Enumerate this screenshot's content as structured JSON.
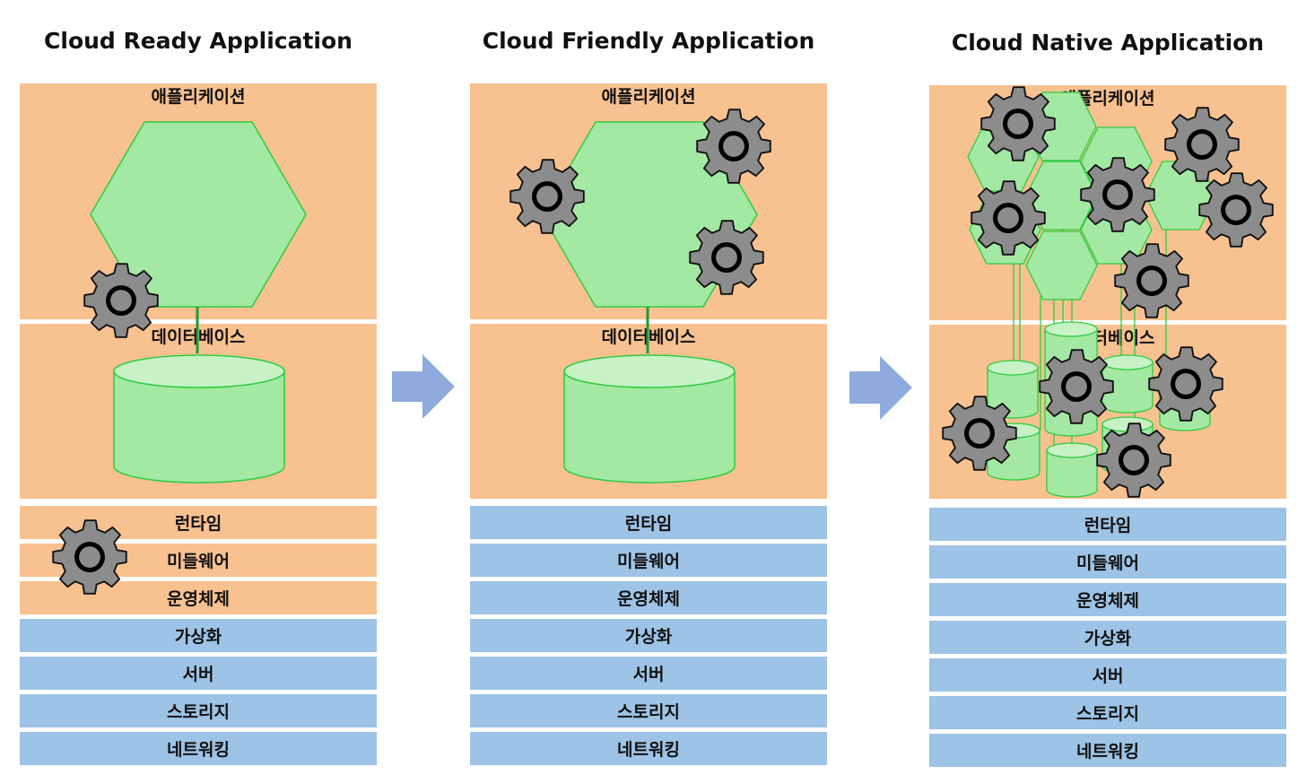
{
  "columns": [
    {
      "title": "Cloud Ready Application",
      "app_label": "애플리케이션",
      "db_label": "데이터베이스",
      "stack": [
        {
          "label": "런타임",
          "style": "orange"
        },
        {
          "label": "미들웨어",
          "style": "orange"
        },
        {
          "label": "운영체제",
          "style": "orange"
        },
        {
          "label": "가상화",
          "style": "blue"
        },
        {
          "label": "서버",
          "style": "blue"
        },
        {
          "label": "스토리지",
          "style": "blue"
        },
        {
          "label": "네트워킹",
          "style": "blue"
        }
      ]
    },
    {
      "title": "Cloud Friendly Application",
      "app_label": "애플리케이션",
      "db_label": "데이터베이스",
      "stack": [
        {
          "label": "런타임",
          "style": "blue"
        },
        {
          "label": "미들웨어",
          "style": "blue"
        },
        {
          "label": "운영체제",
          "style": "blue"
        },
        {
          "label": "가상화",
          "style": "blue"
        },
        {
          "label": "서버",
          "style": "blue"
        },
        {
          "label": "스토리지",
          "style": "blue"
        },
        {
          "label": "네트워킹",
          "style": "blue"
        }
      ]
    },
    {
      "title": "Cloud Native Application",
      "app_label": "애플리케이션",
      "db_label": "데이터베이스",
      "stack": [
        {
          "label": "런타임",
          "style": "blue"
        },
        {
          "label": "미들웨어",
          "style": "blue"
        },
        {
          "label": "운영체제",
          "style": "blue"
        },
        {
          "label": "가상화",
          "style": "blue"
        },
        {
          "label": "서버",
          "style": "blue"
        },
        {
          "label": "스토리지",
          "style": "blue"
        },
        {
          "label": "네트워킹",
          "style": "blue"
        }
      ]
    }
  ],
  "colors": {
    "managed_layer": "#f8c190",
    "cloud_layer": "#9dc3e6",
    "component_fill": "#a3e8a3",
    "component_stroke": "#2ecc40",
    "gear_fill": "#8c8c8c",
    "arrow": "#8faadc"
  },
  "icons": [
    "hexagon-icon",
    "database-cylinder-icon",
    "gear-icon",
    "right-arrow-icon"
  ]
}
